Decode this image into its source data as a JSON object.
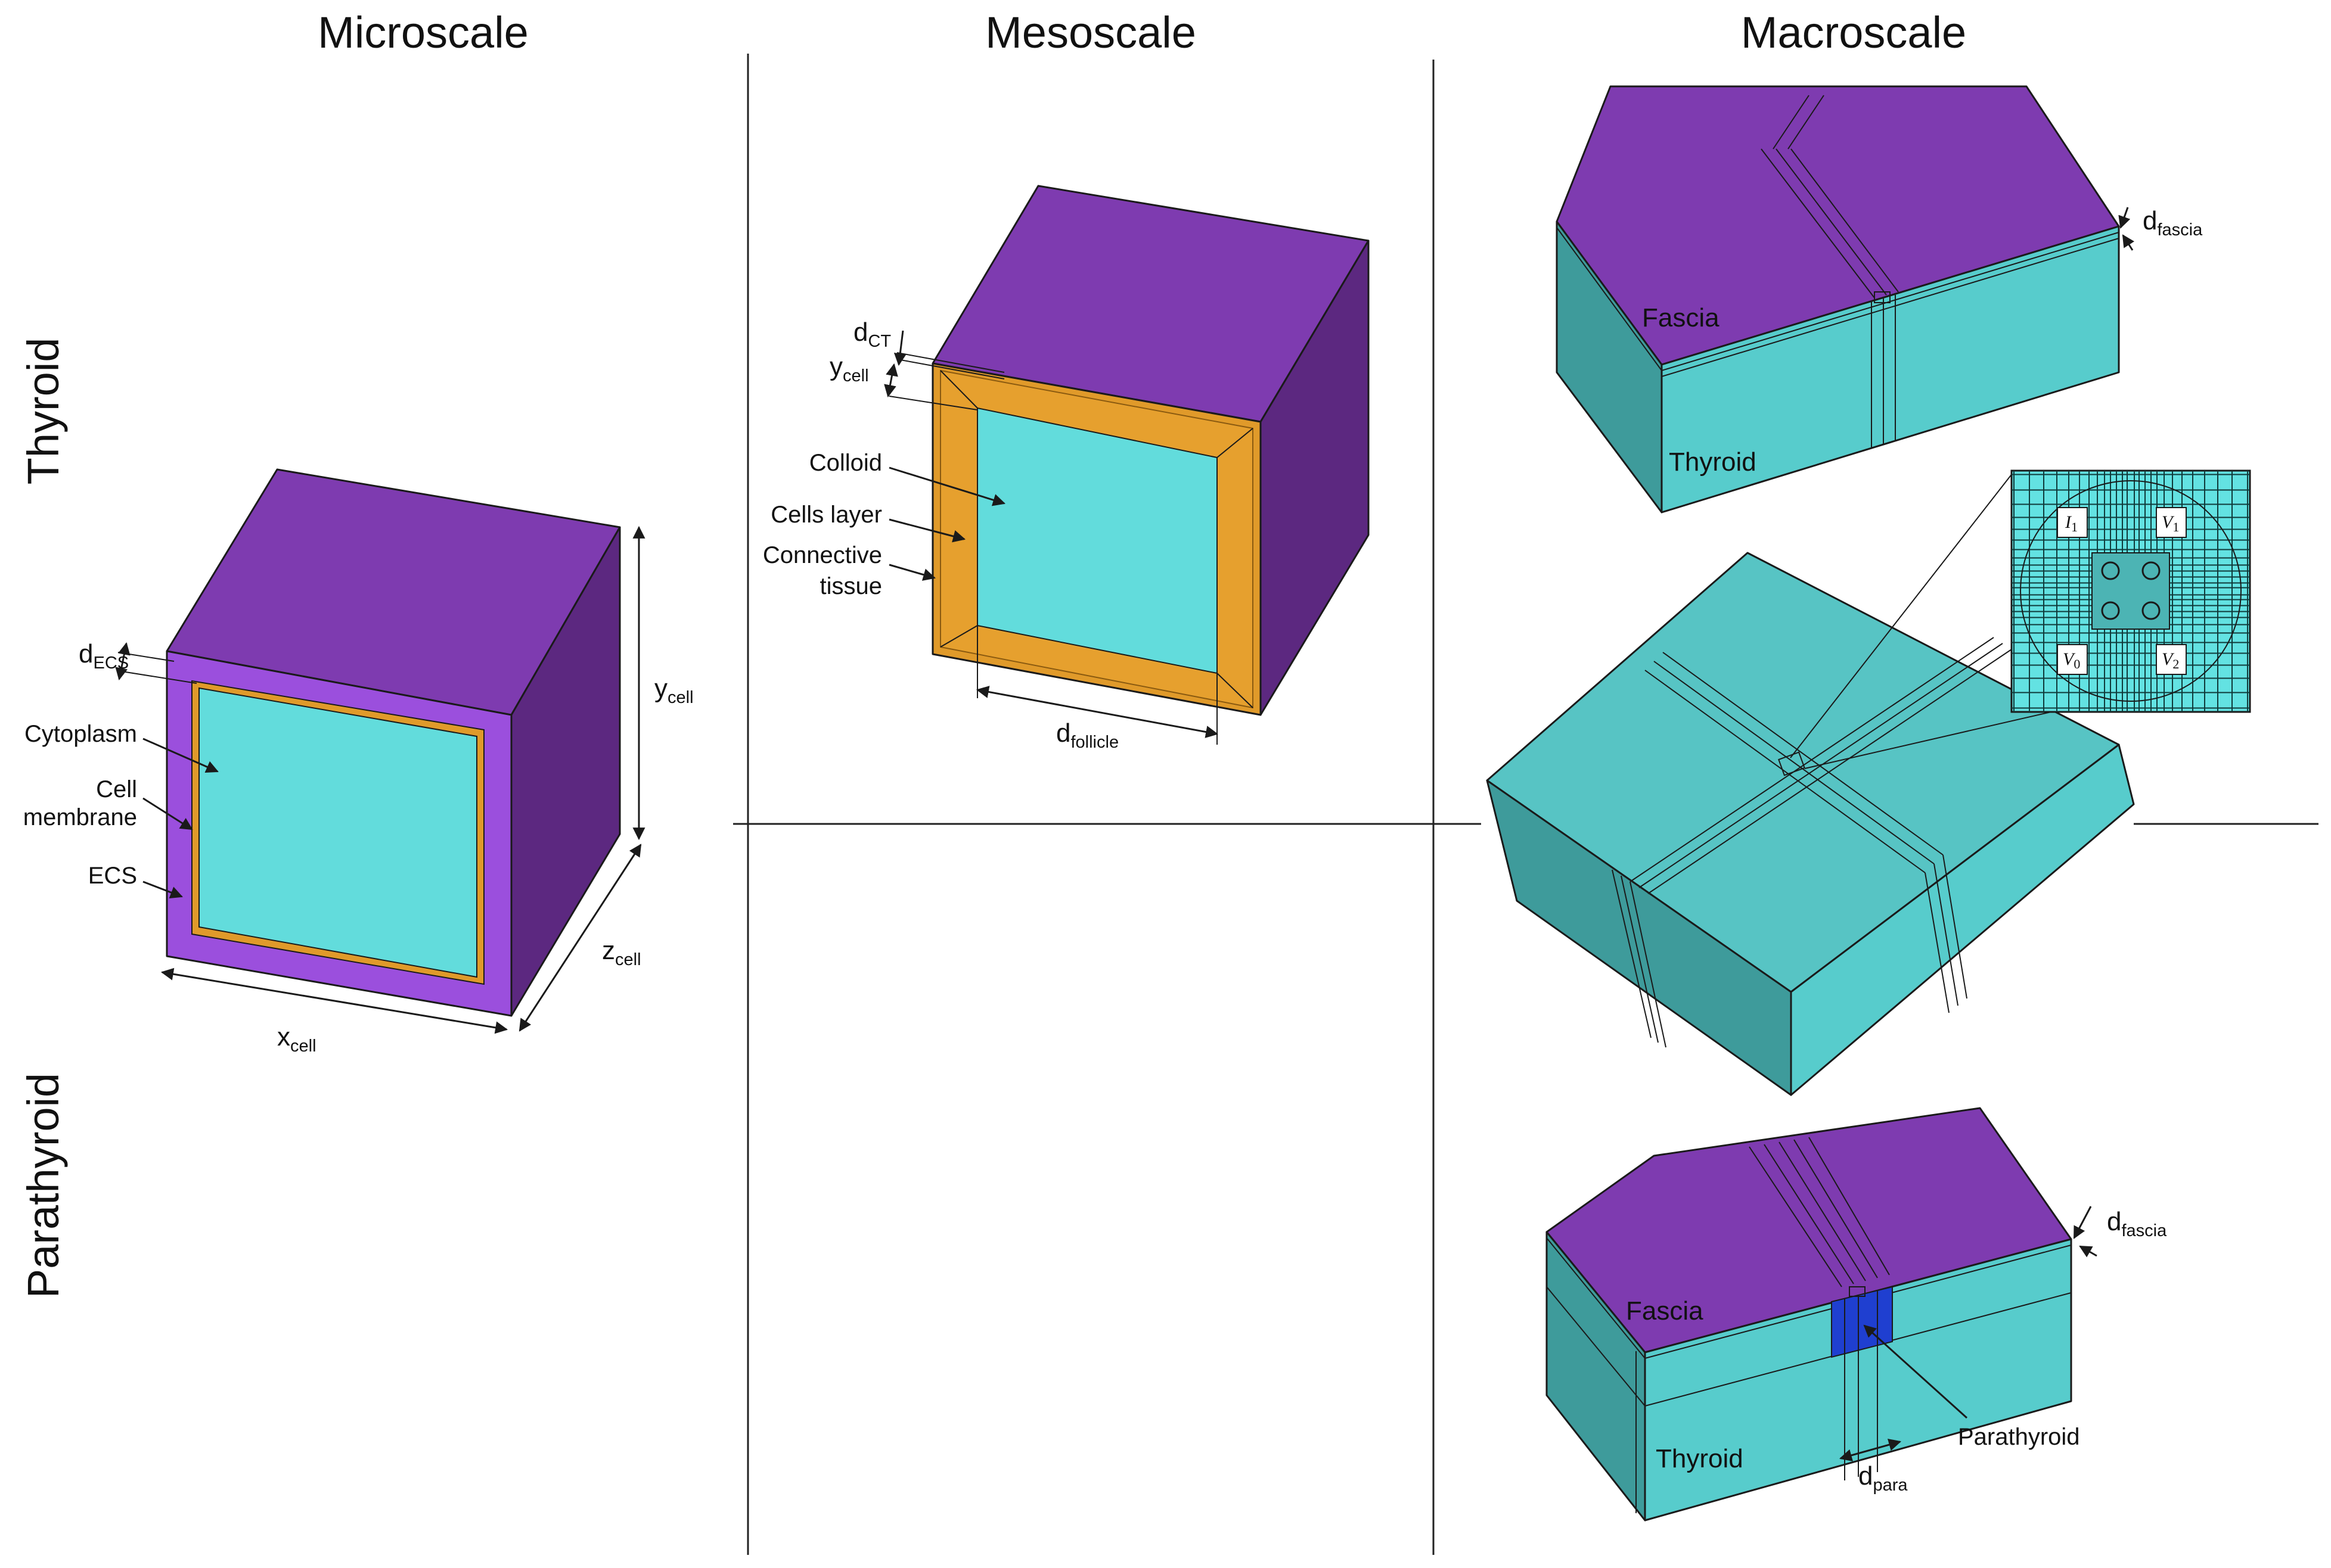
{
  "columns": {
    "micro": "Microscale",
    "meso": "Mesoscale",
    "macro": "Macroscale"
  },
  "rows": {
    "thyroid": "Thyroid",
    "parathyroid": "Parathyroid"
  },
  "micro": {
    "d_ecs": {
      "base": "d",
      "sub": "ECS"
    },
    "y_cell": {
      "base": "y",
      "sub": "cell"
    },
    "z_cell": {
      "base": "z",
      "sub": "cell"
    },
    "x_cell": {
      "base": "x",
      "sub": "cell"
    },
    "cytoplasm": "Cytoplasm",
    "cell_membrane_1": "Cell",
    "cell_membrane_2": "membrane",
    "ecs": "ECS"
  },
  "meso": {
    "d_ct": {
      "base": "d",
      "sub": "CT"
    },
    "y_cell": {
      "base": "y",
      "sub": "cell"
    },
    "colloid": "Colloid",
    "cells_layer": "Cells layer",
    "connective_1": "Connective",
    "connective_2": "tissue",
    "d_follicle": {
      "base": "d",
      "sub": "follicle"
    }
  },
  "macro_thyroid": {
    "d_fascia": {
      "base": "d",
      "sub": "fascia"
    },
    "fascia": "Fascia",
    "thyroid": "Thyroid"
  },
  "electrodes": {
    "i1": {
      "base": "I",
      "sub": "1"
    },
    "v1": {
      "base": "V",
      "sub": "1"
    },
    "v0": {
      "base": "V",
      "sub": "0"
    },
    "v2": {
      "base": "V",
      "sub": "2"
    }
  },
  "macro_para": {
    "d_fascia": {
      "base": "d",
      "sub": "fascia"
    },
    "fascia": "Fascia",
    "parathyroid": "Parathyroid",
    "thyroid": "Thyroid",
    "d_para": {
      "base": "d",
      "sub": "para"
    }
  },
  "colors": {
    "purple_top": "#7e3bb0",
    "purple_side": "#5c2880",
    "purple_ecs": "#9b4fdd",
    "cyan": "#62dcdc",
    "teal_front": "#57cccc",
    "teal_side": "#3e9b9b",
    "orange": "#e09a2a",
    "para_blue": "#1f3fd0"
  }
}
